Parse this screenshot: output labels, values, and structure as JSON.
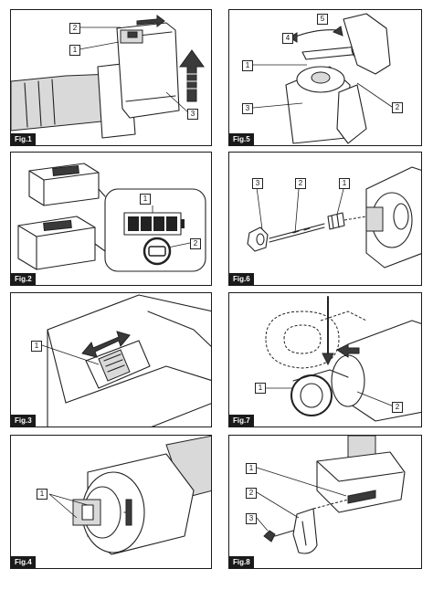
{
  "figures": [
    {
      "label": "Fig.1",
      "callouts": [
        "2",
        "1",
        "3"
      ]
    },
    {
      "label": "Fig.5",
      "callouts": [
        "5",
        "4",
        "1",
        "2",
        "3"
      ]
    },
    {
      "label": "Fig.2",
      "callouts": [
        "1",
        "2"
      ]
    },
    {
      "label": "Fig.6",
      "callouts": [
        "3",
        "2",
        "1"
      ]
    },
    {
      "label": "Fig.3",
      "callouts": [
        "1"
      ]
    },
    {
      "label": "Fig.7",
      "callouts": [
        "1",
        "2"
      ]
    },
    {
      "label": "Fig.4",
      "callouts": [
        "1"
      ]
    },
    {
      "label": "Fig.8",
      "callouts": [
        "1",
        "2",
        "3"
      ]
    }
  ]
}
